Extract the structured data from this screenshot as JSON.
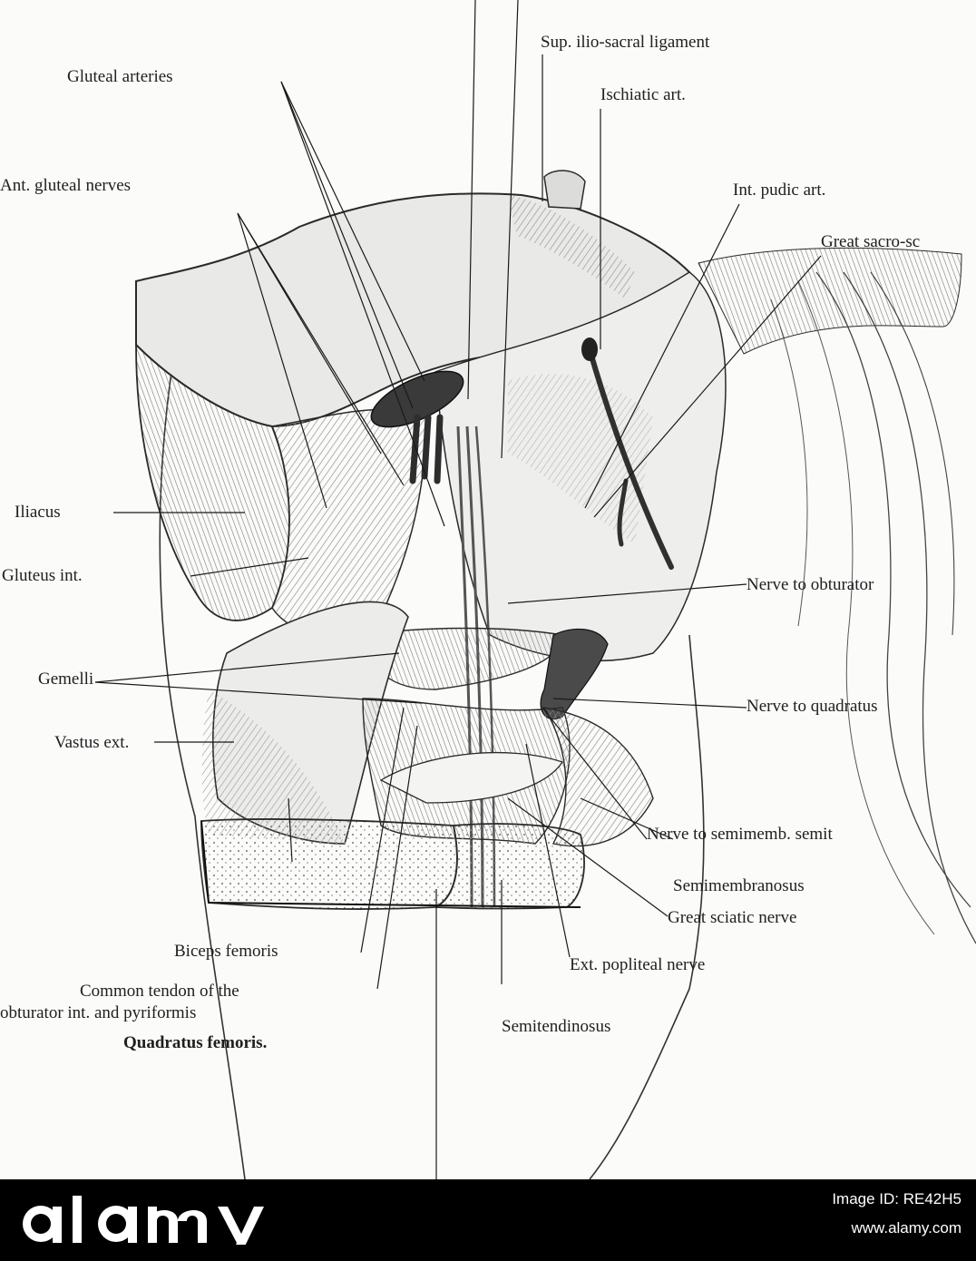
{
  "figure": {
    "labels": {
      "sup_ilio_sacral": "Sup. ilio-sacral ligament",
      "gluteal_arteries": "Gluteal arteries",
      "ischiatic_art": "Ischiatic art.",
      "ant_gluteal_nerves": "Ant. gluteal nerves",
      "int_pudic_art": "Int. pudic art.",
      "great_sacro": "Great sacro-sc",
      "iliacus": "Iliacus",
      "gluteus_int": "Gluteus int.",
      "nerve_obturator": "Nerve to obturator",
      "gemelli": "Gemelli",
      "nerve_quadratus": "Nerve to quadratus",
      "vastus_ext": "Vastus ext.",
      "nerve_semimemb": "Nerve to semimemb. semit",
      "semimembranosus": "Semimembranosus",
      "great_sciatic": "Great sciatic nerve",
      "biceps_femoris": "Biceps femoris",
      "ext_popliteal": "Ext. popliteal nerve",
      "common_tendon_1": "Common tendon of the",
      "common_tendon_2": "obturator int. and pyriformis",
      "semitendinosus": "Semitendinosus",
      "quadratus_femoris": "Quadratus femoris."
    }
  },
  "watermark": {
    "brand": "alamy",
    "image_id": "Image ID: RE42H5",
    "url": "www.alamy.com",
    "color": "#000000",
    "text_color": "#ffffff"
  }
}
